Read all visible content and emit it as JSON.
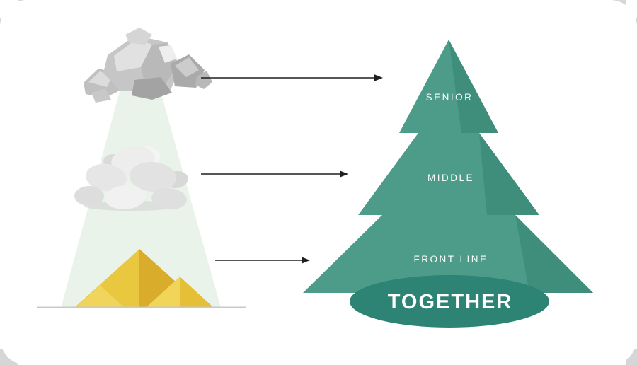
{
  "backdrop": {
    "checker_dark": "#d6d6d6",
    "checker_light": "#ffffff",
    "canvas_bg": "#ffffff"
  },
  "illustration": {
    "beam_color": "#e9f3ea",
    "baseline_color": "#c8c8c8",
    "sand_color": "#e9c83f",
    "piles": [
      {
        "name": "boulder-pile"
      },
      {
        "name": "stone-pile"
      },
      {
        "name": "sand-pile"
      }
    ]
  },
  "arrows": {
    "color": "#1f1f1f"
  },
  "pyramid": {
    "tiers": [
      {
        "label": "SENIOR"
      },
      {
        "label": "MIDDLE"
      },
      {
        "label": "FRONT LINE"
      }
    ],
    "base_label": "TOGETHER",
    "colors": {
      "tier_fill": "#4c9c89",
      "tier_shade": "#3f8e7b",
      "ellipse_fill": "#2d8374",
      "label_color": "#ffffff"
    }
  }
}
